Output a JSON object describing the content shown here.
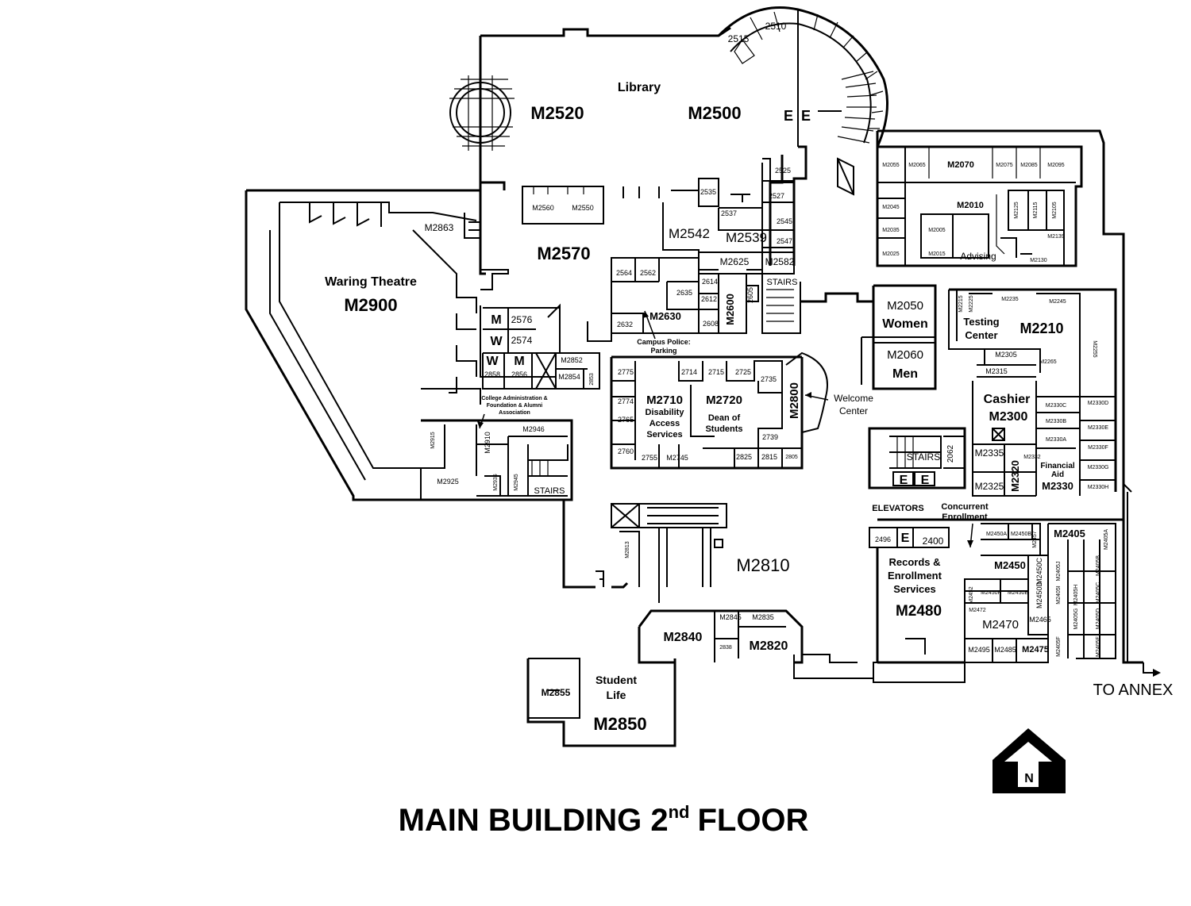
{
  "map": {
    "title_main": "MAIN BUILDING 2",
    "title_sup": "nd",
    "title_end": "FLOOR",
    "north_label": "N",
    "to_annex": "TO ANNEX"
  },
  "rooms": {
    "library": "Library",
    "m2520": "M2520",
    "m2500": "M2500",
    "r2510": "2510",
    "r2515": "2515",
    "waring": "Waring Theatre",
    "m2900": "M2900",
    "m2863": "M2863",
    "m2560": "M2560",
    "m2550": "M2550",
    "m2570": "M2570",
    "r2535": "2535",
    "r2537": "2537",
    "m2542": "M2542",
    "m2539": "M2539",
    "r2525": "2525",
    "r2527": "2527",
    "r2545": "2545",
    "r2547": "2547",
    "m2625": "M2625",
    "m2582": "M2582",
    "stairs1": "STAIRS",
    "r2564": "2564",
    "r2562": "2562",
    "r2635": "2635",
    "r2614": "2614",
    "r2612": "2612",
    "r2605": "2605",
    "m2630": "M2630",
    "r2632": "2632",
    "r2608": "2608",
    "m2600": "M2600",
    "campus_police": "Campus Police:",
    "parking": "Parking",
    "rm_m": "M",
    "r2576": "2576",
    "rm_w": "W",
    "r2574": "2574",
    "rm_w2": "W",
    "rm_m2": "M",
    "r2858": "2858",
    "r2856": "2856",
    "m2852": "M2852",
    "m2854": "M2854",
    "r2853": "2853",
    "m2050": "M2050",
    "women": "Women",
    "m2060": "M2060",
    "men": "Men",
    "r2775": "2775",
    "r2714": "2714",
    "r2715": "2715",
    "r2725": "2725",
    "r2735": "2735",
    "r2774": "2774",
    "m2710": "M2710",
    "disability1": "Disability",
    "disability2": "Access",
    "disability3": "Services",
    "m2720": "M2720",
    "dean1": "Dean of",
    "dean2": "Students",
    "m2800": "M2800",
    "welcome1": "Welcome",
    "welcome2": "Center",
    "r2765": "2765",
    "r2760": "2760",
    "r2755": "2755",
    "m2745": "M2745",
    "r2739": "2739",
    "r2825": "2825",
    "r2815": "2815",
    "r2805": "2805",
    "college1": "College Administration &",
    "college2": "Foundation & Alumni",
    "college3": "Association",
    "m2915": "M2915",
    "m2910": "M2910",
    "m2946": "M2946",
    "m2925": "M2925",
    "m2935": "M2935",
    "m2945": "M2945",
    "stairs2": "STAIRS",
    "m2055": "M2055",
    "m2065": "M2065",
    "m2070": "M2070",
    "m2075": "M2075",
    "m2085": "M2085",
    "m2095": "M2095",
    "m2045": "M2045",
    "m2010": "M2010",
    "m2125": "M2125",
    "m2115": "M2115",
    "m2105": "M2105",
    "m2035": "M2035",
    "m2005": "M2005",
    "m2139": "M2139",
    "m2025": "M2025",
    "m2015": "M2015",
    "advising": "Advising",
    "m2130": "M2130",
    "m2215": "M2215",
    "m2225": "M2225",
    "m2235": "M2235",
    "m2245": "M2245",
    "testing1": "Testing",
    "testing2": "Center",
    "m2210": "M2210",
    "m2255": "M2255",
    "m2305": "M2305",
    "m2265": "M2265",
    "m2315": "M2315",
    "cashier": "Cashier",
    "m2300": "M2300",
    "m2330c": "M2330C",
    "m2330d": "M2330D",
    "m2330b": "M2330B",
    "m2330e": "M2330E",
    "m2330a": "M2330A",
    "m2330f": "M2330F",
    "m2335": "M2335",
    "m2332": "M2332",
    "financial1": "Financial",
    "financial2": "Aid",
    "m2330g": "M2330G",
    "m2320": "M2320",
    "m2330": "M2330",
    "m2325": "M2325",
    "m2330h": "M2330H",
    "stairs3": "STAIRS",
    "r2062": "2062",
    "elev_e1": "E",
    "elev_e2": "E",
    "elevators": "ELEVATORS",
    "concurrent1": "Concurrent",
    "concurrent2": "Enrollment",
    "r2496": "2496",
    "elev_e3": "E",
    "r2400": "2400",
    "m2450a": "M2450A",
    "m2450b": "M2450B",
    "m2457": "M2457",
    "m2405": "M2405",
    "m2405a": "M2405A",
    "records1": "Records &",
    "records2": "Enrollment",
    "records3": "Services",
    "m2480": "M2480",
    "m2450": "M2450",
    "m2450c": "M2450C",
    "m2405j": "M2405J",
    "m2405b": "M2405B",
    "m2452": "M2452",
    "m2450f": "M2450F",
    "m2450e": "M2450E",
    "m2450d": "M2450D",
    "m2405i": "M2405I",
    "m2405h": "M2405H",
    "m2405c": "M2405C",
    "m2472": "M2472",
    "m2405g": "M2405G",
    "m2470": "M2470",
    "m2465": "M2465",
    "m2405d": "M2405D",
    "m2405e": "M2405E",
    "m2405f": "M2405F",
    "m2495": "M2495",
    "m2485": "M2485",
    "m2475": "M2475",
    "elev_lib1": "E",
    "elev_lib2": "E",
    "m2813": "M2813",
    "m2810": "M2810",
    "m2845": "M2845",
    "m2835": "M2835",
    "m2840": "M2840",
    "r2838": "2838",
    "m2820": "M2820",
    "m2855": "M2855",
    "student1": "Student",
    "student2": "Life",
    "m2850": "M2850"
  }
}
